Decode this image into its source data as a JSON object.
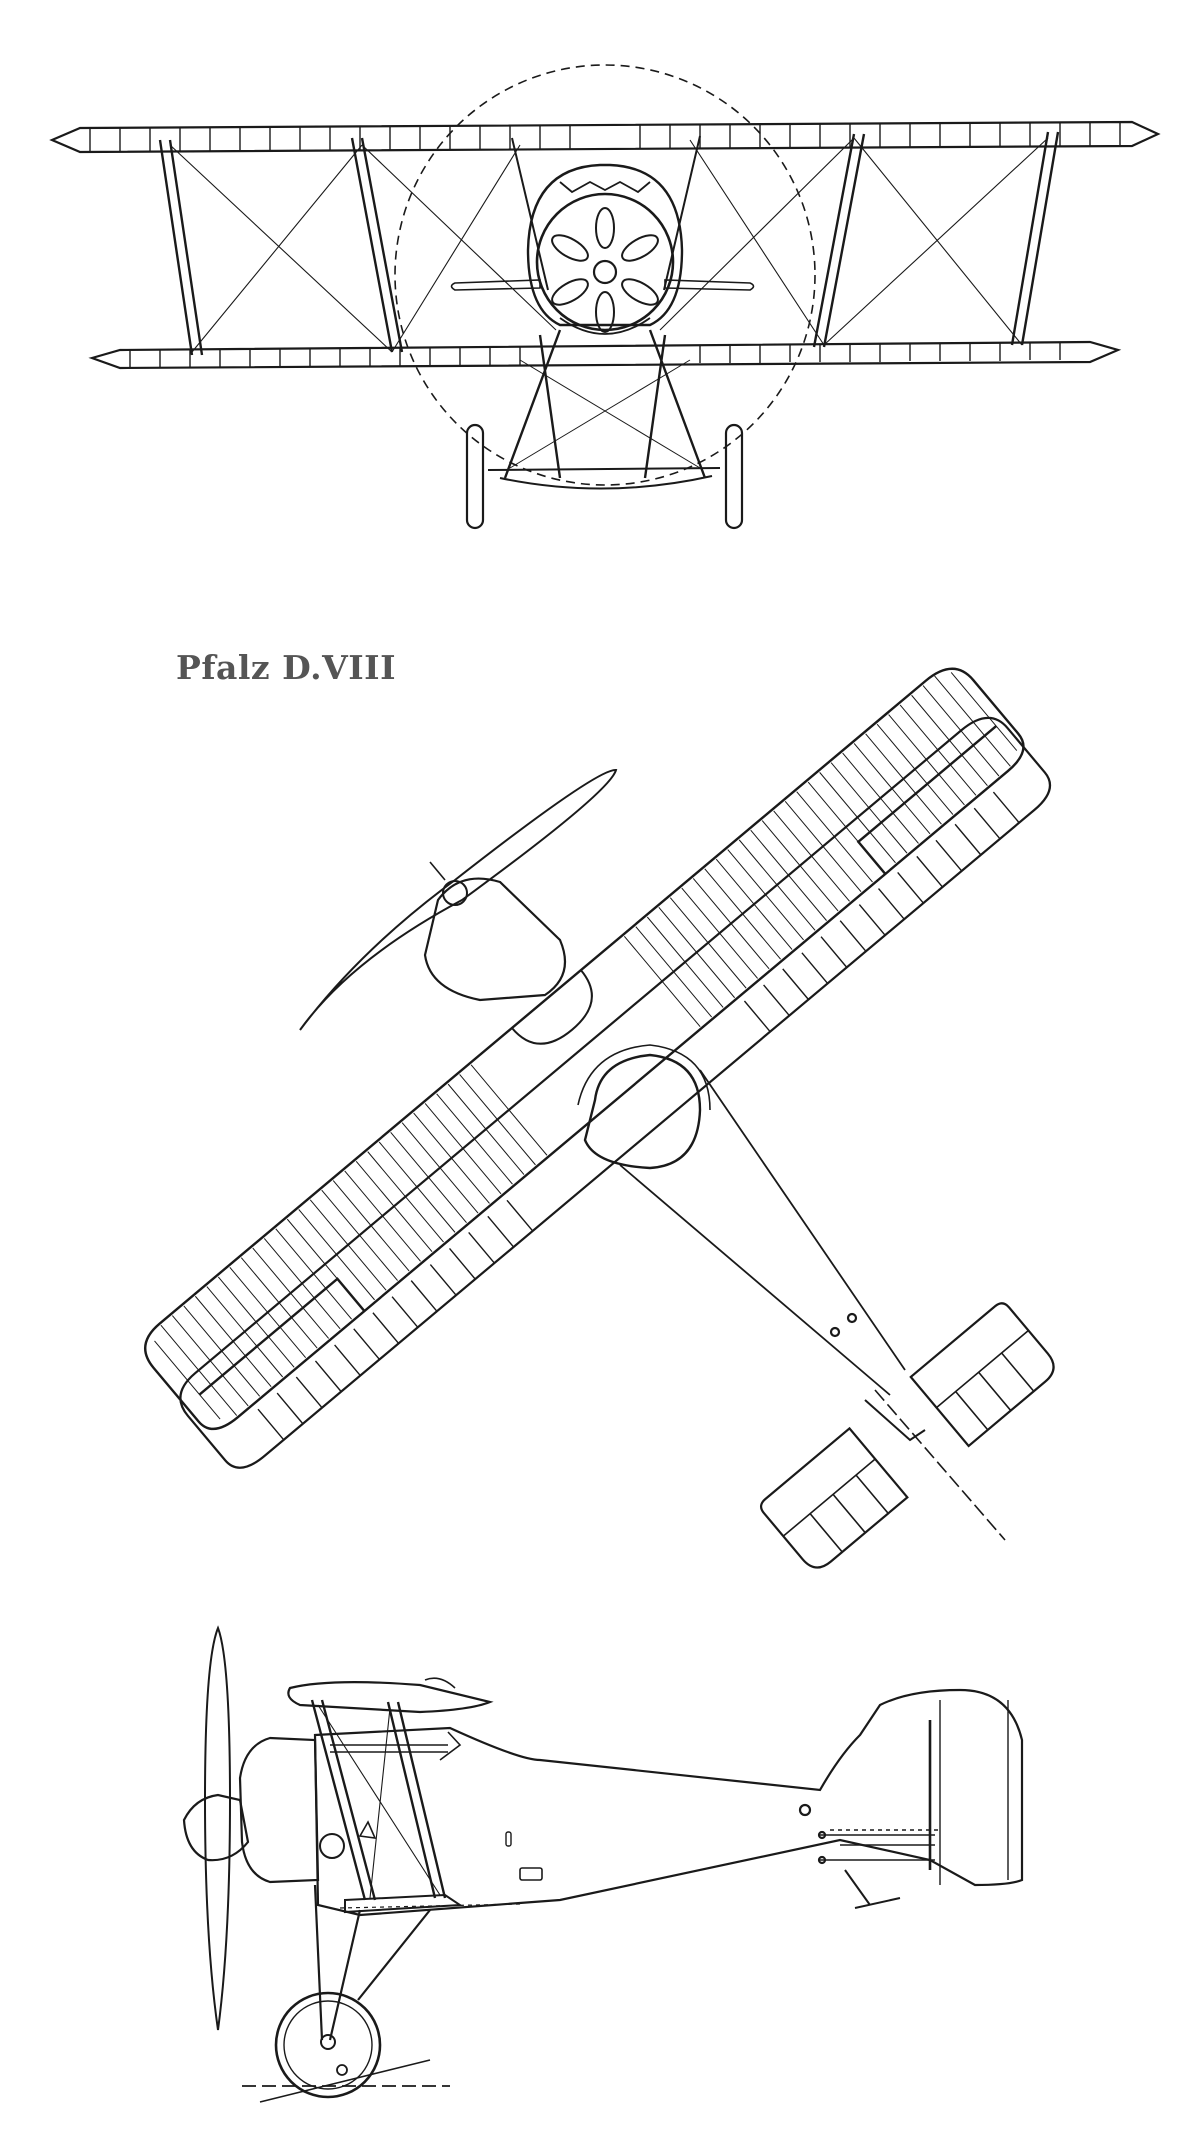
{
  "drawing": {
    "title": "Pfalz D.VIII",
    "views": [
      "front-view",
      "top-view",
      "side-view"
    ],
    "line_color": "#1a1a1a",
    "title_color": "#555555"
  }
}
